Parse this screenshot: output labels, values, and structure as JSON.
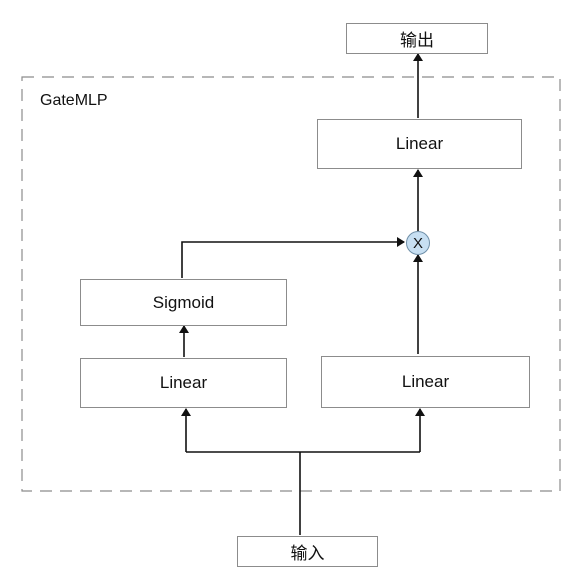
{
  "diagram": {
    "group": {
      "label": "GateMLP"
    },
    "nodes": {
      "output": "输出",
      "input": "输入",
      "linear_top": "Linear",
      "sigmoid": "Sigmoid",
      "linear_left": "Linear",
      "linear_right": "Linear",
      "multiply": "X"
    },
    "edges": [
      {
        "from": "input",
        "to": "linear_left"
      },
      {
        "from": "input",
        "to": "linear_right"
      },
      {
        "from": "linear_left",
        "to": "sigmoid"
      },
      {
        "from": "sigmoid",
        "to": "multiply"
      },
      {
        "from": "linear_right",
        "to": "multiply"
      },
      {
        "from": "multiply",
        "to": "linear_top"
      },
      {
        "from": "linear_top",
        "to": "output"
      }
    ],
    "colors": {
      "box_border": "#8c8c8c",
      "group_border": "#8c8c8c",
      "arrow": "#111111",
      "multiply_fill": "#c7dff2"
    }
  }
}
